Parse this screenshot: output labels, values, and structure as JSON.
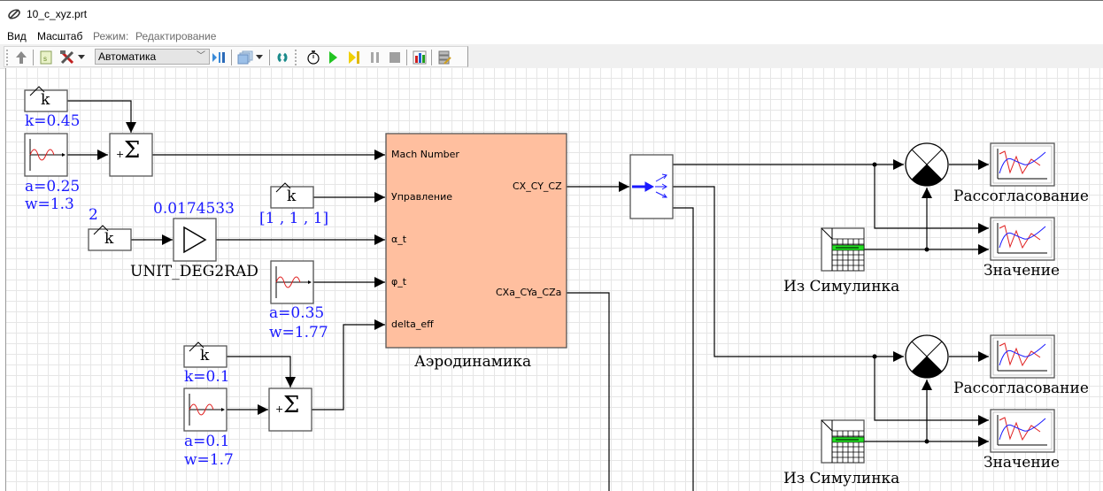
{
  "window": {
    "title": "10_c_xyz.prt",
    "icon": "app-logo-icon"
  },
  "menu": {
    "items": [
      "Вид",
      "Масштаб"
    ],
    "mode_label": "Режим:",
    "mode_value": "Редактирование"
  },
  "toolbar": {
    "buttons": [
      "up-arrow-icon",
      "script-icon",
      "tools-icon",
      "dropdown-arrow-icon",
      "model-structure-icon",
      "layers-icon",
      "dropdown-arrow-icon",
      "refresh-icon",
      "timer-icon",
      "play-icon",
      "step-icon",
      "pause-icon",
      "stop-icon",
      "chart-icon",
      "database-edit-icon"
    ],
    "solver_select": {
      "value": "Автоматика"
    }
  },
  "diagram": {
    "blocks": {
      "const1": {
        "symbol": "k",
        "param": "k=0.45"
      },
      "sine1": {
        "params": [
          "a=0.25",
          "w=1.3"
        ]
      },
      "sum1": {
        "symbol": "Σ",
        "signs": "+"
      },
      "const2": {
        "symbol": "k",
        "top_label": "2"
      },
      "gain": {
        "value": "0.0174533",
        "name": "UNIT_DEG2RAD"
      },
      "const3": {
        "symbol": "k",
        "param": "[1 , 1 , 1]"
      },
      "sine2": {
        "params": [
          "a=0.35",
          "w=1.77"
        ]
      },
      "const4": {
        "symbol": "k",
        "param": "k=0.1"
      },
      "sine3": {
        "params": [
          "a=0.1",
          "w=1.7"
        ]
      },
      "sum2": {
        "symbol": "Σ",
        "signs": "+"
      },
      "aero": {
        "name": "Аэродинамика",
        "inputs": [
          "Mach Number",
          "Управление",
          "α_t",
          "φ_t",
          "delta_eff"
        ],
        "outputs": [
          "CX_CY_CZ",
          "CXa_CYa_CZa"
        ]
      },
      "scope1": {
        "name": "Рассогласование"
      },
      "scope2": {
        "name": "Значение"
      },
      "from1": {
        "name": "Из Симулинка"
      },
      "scope3": {
        "name": "Рассогласование"
      },
      "scope4": {
        "name": "Значение"
      },
      "from2": {
        "name": "Из Симулинка"
      }
    },
    "colors": {
      "param_text": "#1a1aff",
      "aero_fill": "#ffbf9f",
      "sine": "#e02020"
    }
  }
}
